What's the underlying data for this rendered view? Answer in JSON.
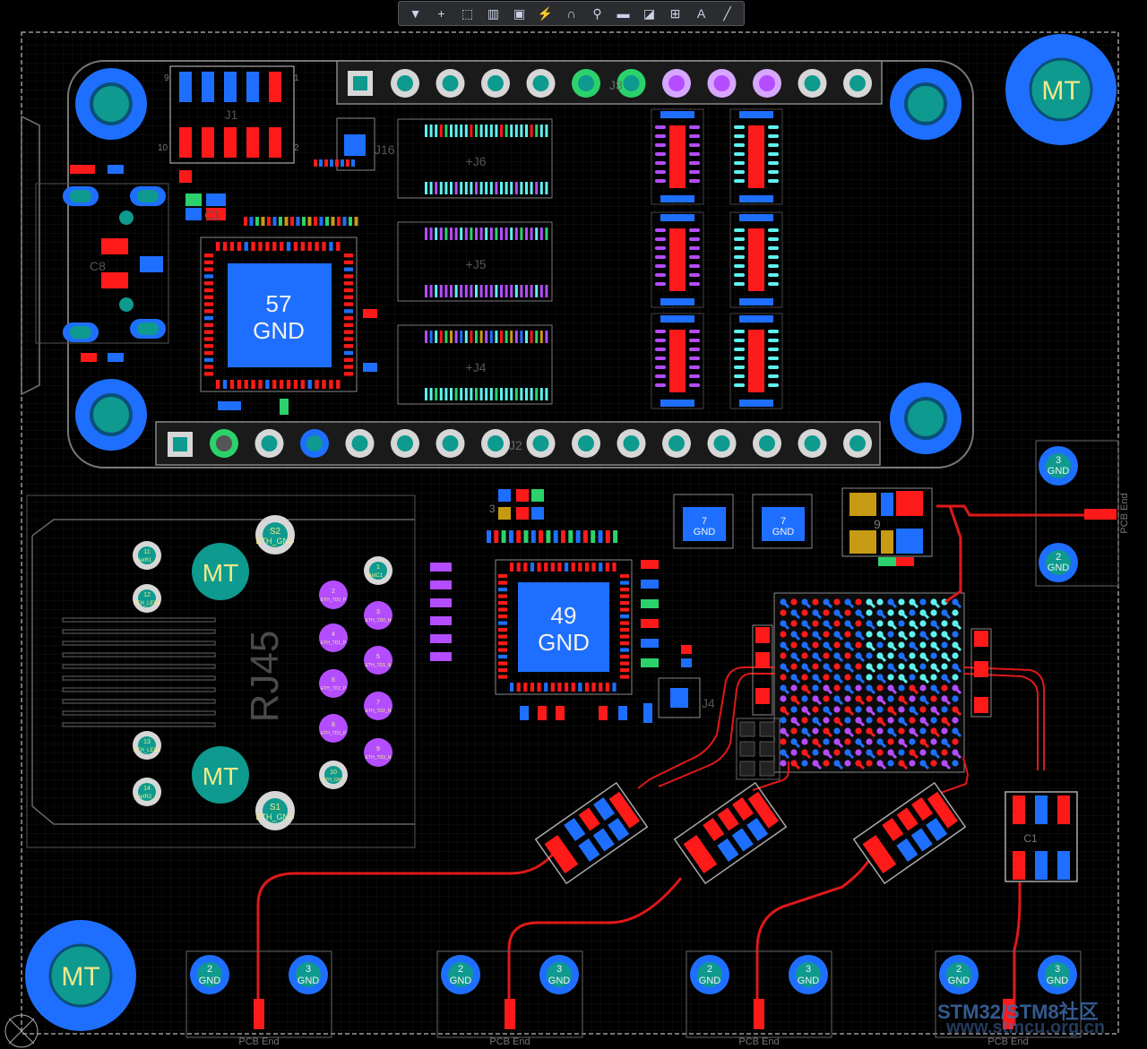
{
  "toolbar": {
    "tools": [
      {
        "icon": "filter-icon",
        "glyph": "▼"
      },
      {
        "icon": "crosshair-icon",
        "glyph": "+"
      },
      {
        "icon": "select-rect-icon",
        "glyph": "⬚"
      },
      {
        "icon": "align-icon",
        "glyph": "▥"
      },
      {
        "icon": "component-icon",
        "glyph": "▣"
      },
      {
        "icon": "route-icon",
        "glyph": "⚡"
      },
      {
        "icon": "diff-pair-icon",
        "glyph": "∩"
      },
      {
        "icon": "via-icon",
        "glyph": "⚲"
      },
      {
        "icon": "fill-icon",
        "glyph": "▬"
      },
      {
        "icon": "polygon-icon",
        "glyph": "◪"
      },
      {
        "icon": "dimension-icon",
        "glyph": "⊞"
      },
      {
        "icon": "text-icon",
        "glyph": "A"
      },
      {
        "icon": "line-icon",
        "glyph": "╱"
      }
    ]
  },
  "colors": {
    "background": "#000000",
    "outline": "#8a8a8a",
    "blue_pad": "#1e6fff",
    "red_pad": "#ff1a1a",
    "teal": "#0e9a8e",
    "purple": "#b44dff",
    "cyan": "#5ef2ef",
    "yellow_pad": "#c79a13",
    "green_pad": "#2bd26b",
    "trace": "#e01818",
    "silk": "#ffe066"
  },
  "labels": {
    "mt": "MT",
    "gnd": "GND",
    "j3": "J3",
    "j2": "J2",
    "j16": "J16",
    "j6": "+J6",
    "j5": "+J5",
    "j4_conn": "+J4",
    "j4": "J4",
    "j1": "J1",
    "u57": "57",
    "u49": "49",
    "c8": "C8",
    "c1": "C1",
    "rj45": "RJ45",
    "s1": "S1",
    "s2": "S2",
    "eth_gnd": "ETH_GND",
    "pcb_end": "PCB End",
    "u1": "U1",
    "gnd7": "7",
    "gnd3": "3",
    "gnd2": "2",
    "n3": "3",
    "n4": "4",
    "n9": "9",
    "n10": "10",
    "n2": "2",
    "n1": "1",
    "n11": "11",
    "n12": "12",
    "n13": "13",
    "n14": "14",
    "p5": "5",
    "p6": "6",
    "p7": "7",
    "p8": "8",
    "p9": "9",
    "p10": "10",
    "net_r11": "NetR1_1",
    "net_r21": "NetR2_1",
    "net_c11": "NetC1_1",
    "eth_led0": "ETH_LED0",
    "eth_led1": "ETH_LED1",
    "eth_td0n": "ETH_TD0_N",
    "eth_td0p": "ETH_TD0_P",
    "eth_td1n": "ETH_TD1_N",
    "eth_td1p": "ETH_TD1_P",
    "eth_td2n": "ETH_TD2_N",
    "eth_td2p": "ETH_TD2_P",
    "eth_td3n": "ETH_TD3_N",
    "eth_td3p": "ETH_TD3_P",
    "eth_gnd2": "ETH_GND"
  },
  "watermark": {
    "line1": "STM32/STM8社区",
    "line2": "www.stmcu.org.cn"
  }
}
